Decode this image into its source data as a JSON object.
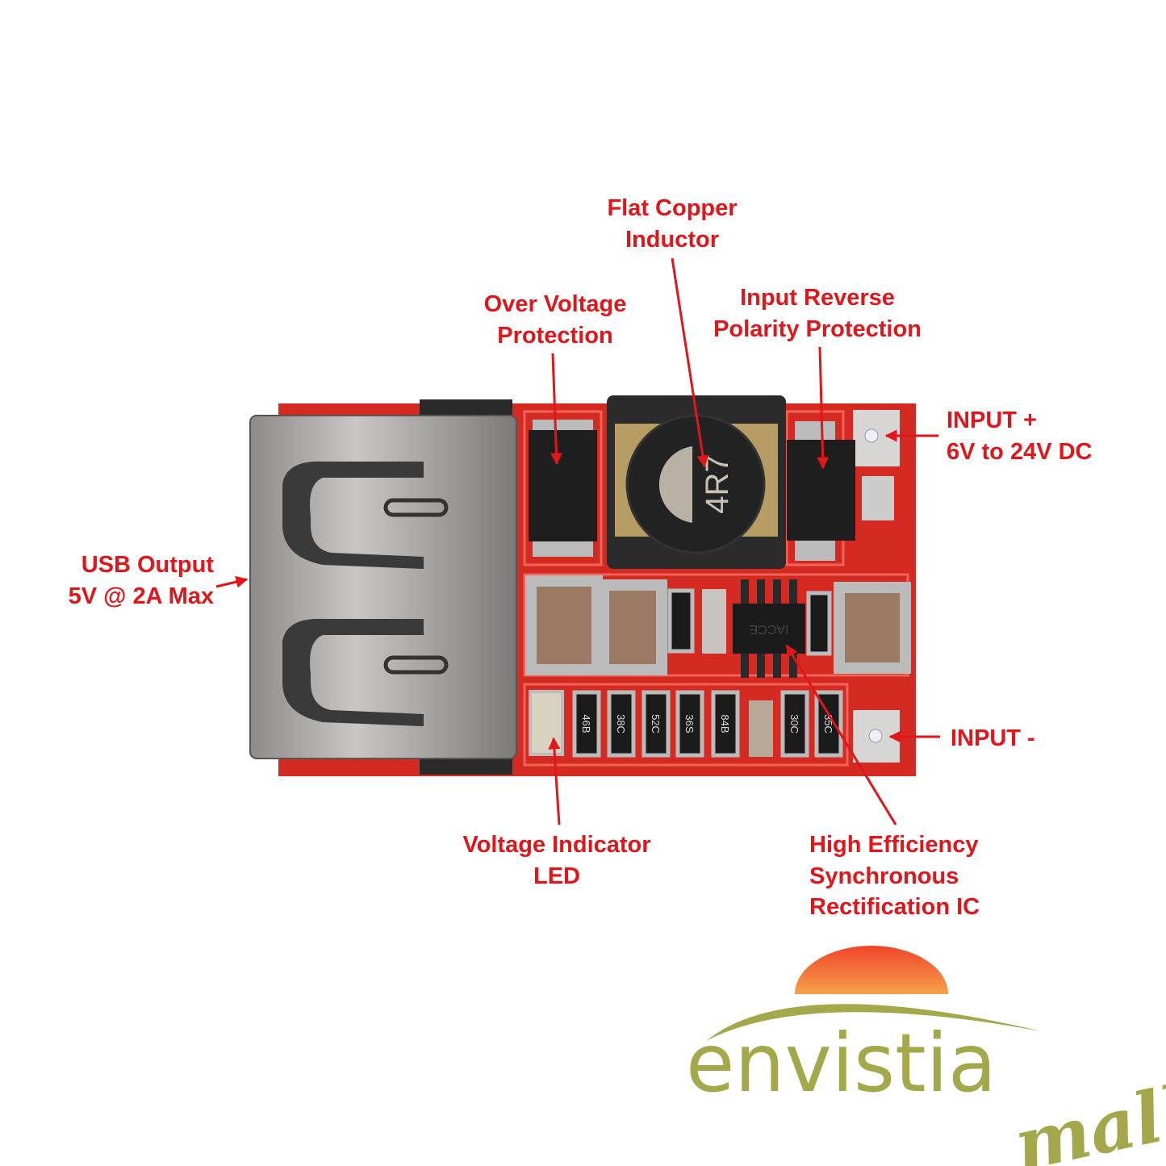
{
  "labels": {
    "inductor": [
      "Flat Copper",
      "Inductor"
    ],
    "over_voltage": [
      "Over Voltage",
      "Protection"
    ],
    "reverse_polarity": [
      "Input Reverse",
      "Polarity Protection"
    ],
    "input_plus": [
      "INPUT +",
      "6V to 24V DC"
    ],
    "usb_output": [
      "USB Output",
      "5V @ 2A Max"
    ],
    "input_minus": [
      "INPUT -"
    ],
    "led": [
      "Voltage Indicator",
      "LED"
    ],
    "ic": [
      "High Efficiency",
      "Synchronous",
      "Rectification IC"
    ]
  },
  "component_markings": {
    "inductor": "4R7",
    "resistors": [
      "46B",
      "38C",
      "52C",
      "36S",
      "84B",
      "30C",
      "35C"
    ],
    "ic": "IACCE"
  },
  "logo": {
    "brand": "envistia",
    "sub": "mall"
  },
  "colors": {
    "label": "#e0161b",
    "pcb": "#d42a22",
    "logo_green": "#a3a84a",
    "logo_sun": "#ef6a2e"
  }
}
